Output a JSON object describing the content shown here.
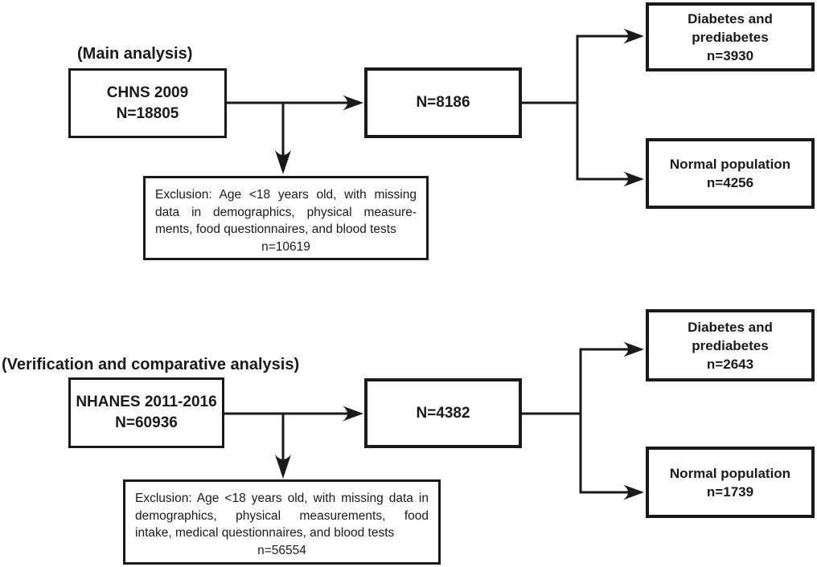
{
  "colors": {
    "ink": "#1a1a1a",
    "background": "#ffffff"
  },
  "sections": [
    {
      "label": "(Main analysis)",
      "source_line1": "CHNS 2009",
      "source_line2": "N=18805",
      "included_n": "N=8186",
      "exclusion_lines": [
        "Exclusion: Age <18 years old, with missing",
        "data in demographics, physical measure-",
        "ments, food questionnaires, and blood tests"
      ],
      "exclusion_n": "n=10619",
      "outcome1_label": "Diabetes and prediabetes",
      "outcome1_n": "n=3930",
      "outcome2_label": "Normal population",
      "outcome2_n": "n=4256"
    },
    {
      "label": "(Verification and comparative analysis)",
      "source_line1": "NHANES 2011-2016",
      "source_line2": "N=60936",
      "included_n": "N=4382",
      "exclusion_lines": [
        "Exclusion: Age <18 years old, with missing data in",
        "demographics, physical measurements, food",
        "intake, medical questionnaires, and blood tests"
      ],
      "exclusion_n": "n=56554",
      "outcome1_label": "Diabetes and prediabetes",
      "outcome1_n": "n=2643",
      "outcome2_label": "Normal population",
      "outcome2_n": "n=1739"
    }
  ]
}
